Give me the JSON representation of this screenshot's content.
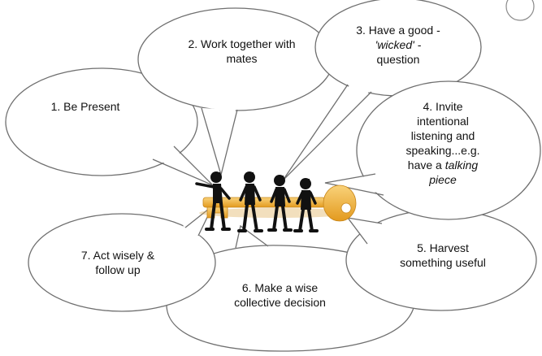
{
  "bubbles": {
    "b1": {
      "line1": "1. Be Present"
    },
    "b2": {
      "line1": "2. Work together with",
      "line2": "mates"
    },
    "b3": {
      "line1": "3. Have a good -",
      "line2": "'wicked' -",
      "line3": "question"
    },
    "b4": {
      "line1": "4. Invite",
      "line2": "intentional",
      "line3": "listening and",
      "line4": "speaking...e.g.",
      "line5a": "have a ",
      "line5b": "talking",
      "line6": "piece"
    },
    "b5": {
      "line1": "5. Harvest",
      "line2": "something useful"
    },
    "b6": {
      "line1": "6. Make a wise",
      "line2": "collective decision"
    },
    "b7": {
      "line1": "7. Act wisely &",
      "line2": "follow up"
    }
  },
  "colors": {
    "bubble_fill": "#ffffff",
    "bubble_stroke": "#6f6f6f",
    "key": "#f4b93c",
    "figures": "#111111"
  },
  "icons": {
    "center_image": "four-people-carrying-key-icon"
  }
}
